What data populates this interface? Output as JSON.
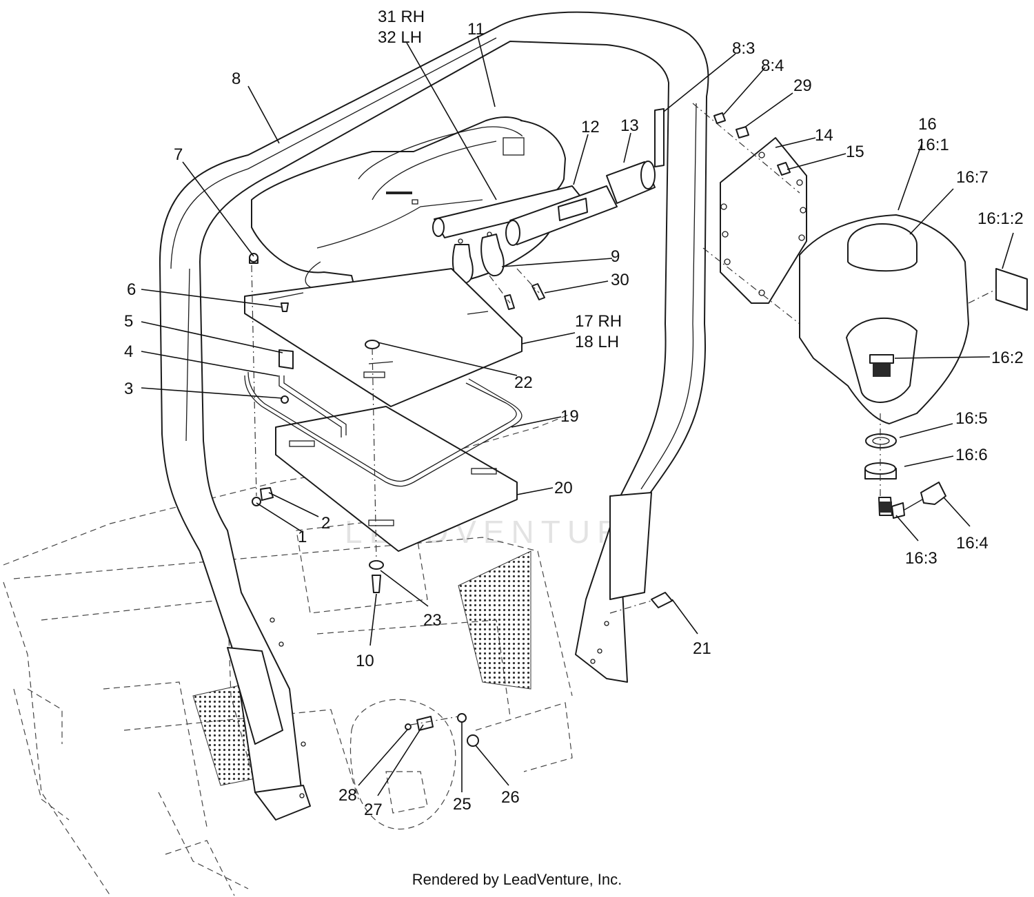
{
  "watermark": "LEADVENTURE",
  "footer": "Rendered by LeadVenture, Inc.",
  "callouts": {
    "c1": "1",
    "c2": "2",
    "c3": "3",
    "c4": "4",
    "c5": "5",
    "c6": "6",
    "c7": "7",
    "c8": "8",
    "c8_3": "8:3",
    "c8_4": "8:4",
    "c9": "9",
    "c10": "10",
    "c11": "11",
    "c12": "12",
    "c13": "13",
    "c14": "14",
    "c15": "15",
    "c16": "16",
    "c16_1": "16:1",
    "c16_1_2": "16:1:2",
    "c16_2": "16:2",
    "c16_3": "16:3",
    "c16_4": "16:4",
    "c16_5": "16:5",
    "c16_6": "16:6",
    "c16_7": "16:7",
    "c17_rh": "17 RH",
    "c18_lh": "18 LH",
    "c19": "19",
    "c20": "20",
    "c21": "21",
    "c22": "22",
    "c23": "23",
    "c25": "25",
    "c26": "26",
    "c27": "27",
    "c28": "28",
    "c29": "29",
    "c30": "30",
    "c31_rh": "31 RH",
    "c32_lh": "32 LH"
  }
}
